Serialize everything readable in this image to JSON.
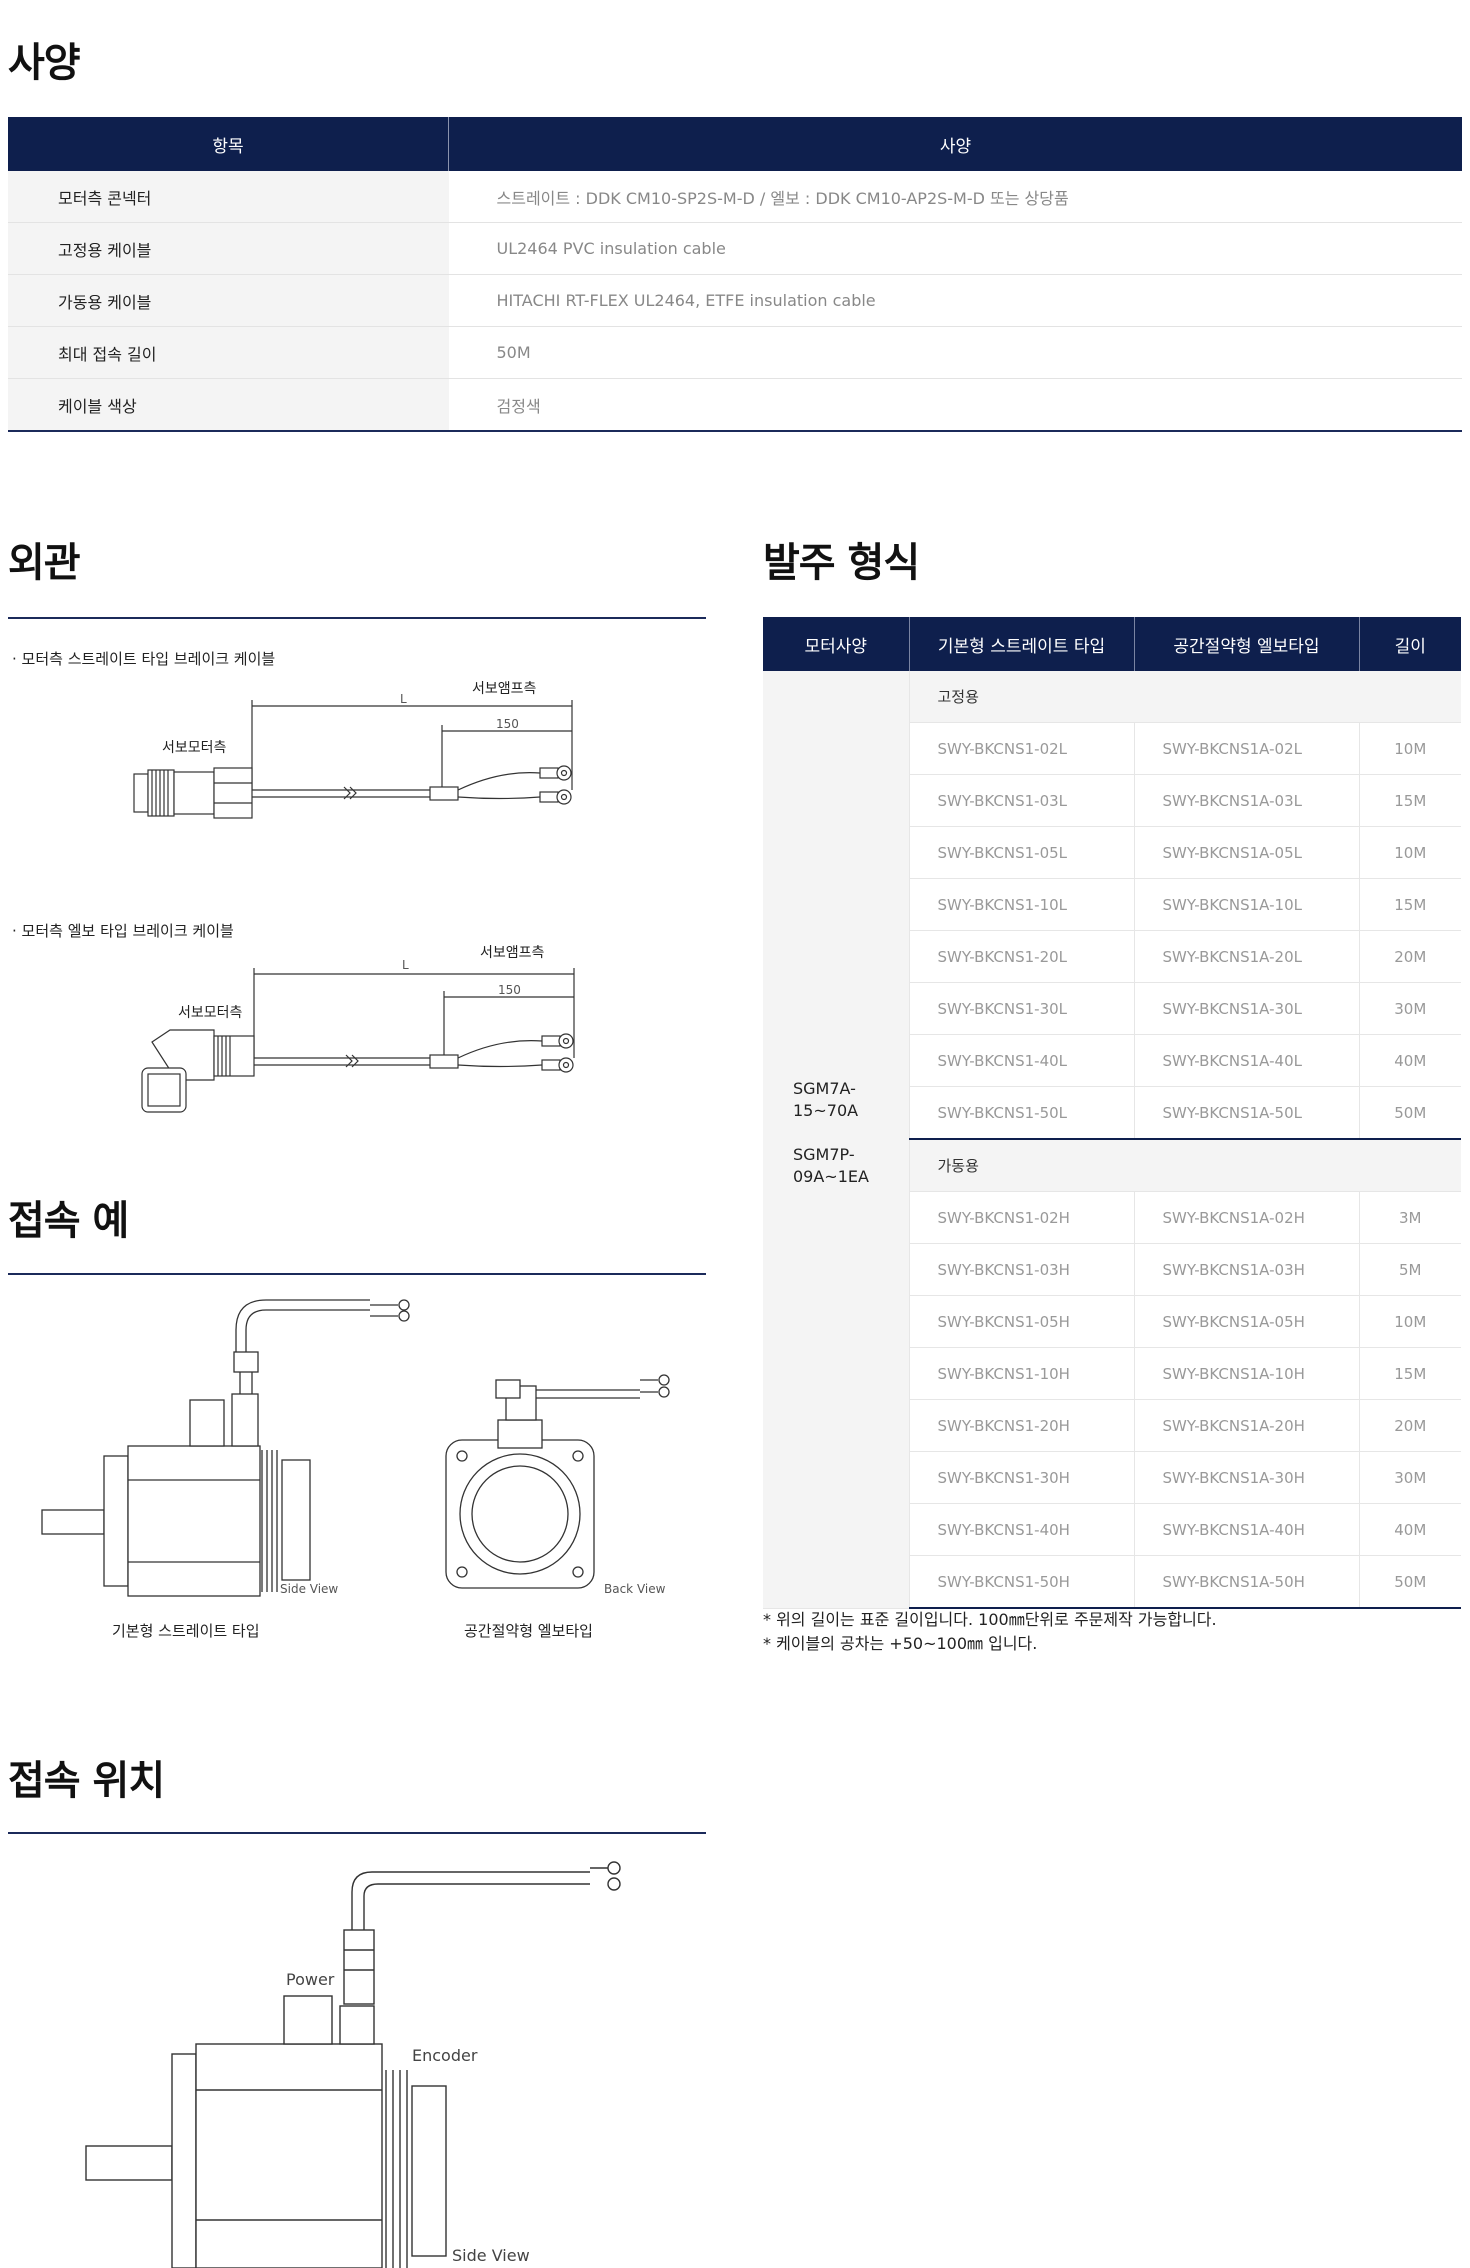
{
  "spec": {
    "title": "사양",
    "headers": [
      "항목",
      "사양"
    ],
    "rows": [
      {
        "key": "모터측 콘넥터",
        "value": "스트레이트 : DDK CM10-SP2S-M-D / 엘보 : DDK CM10-AP2S-M-D 또는 상당품"
      },
      {
        "key": "고정용 케이블",
        "value": "UL2464 PVC insulation cable"
      },
      {
        "key": "가동용 케이블",
        "value": "HITACHI RT-FLEX UL2464, ETFE insulation cable"
      },
      {
        "key": "최대 접속 길이",
        "value": "50M"
      },
      {
        "key": "케이블 색상",
        "value": "검정색"
      }
    ]
  },
  "appearance": {
    "title": "외관",
    "straight": {
      "caption": "· 모터측 스트레이트 타입 브레이크 케이블",
      "amp_label": "서보앰프측",
      "motor_label": "서보모터측",
      "dim_L": "L",
      "dim_150": "150"
    },
    "elbow": {
      "caption": "· 모터측 엘보 타입 브레이크 케이블",
      "amp_label": "서보앰프측",
      "motor_label": "서보모터측",
      "dim_L": "L",
      "dim_150": "150"
    }
  },
  "connection_example": {
    "title": "접속 예",
    "left": {
      "view": "Side View",
      "caption": "기본형 스트레이트 타입"
    },
    "right": {
      "view": "Back View",
      "caption": "공간절약형 엘보타입"
    }
  },
  "connection_position": {
    "title": "접속 위치",
    "power": "Power",
    "encoder": "Encoder",
    "view": "Side View"
  },
  "order": {
    "title": "발주 형식",
    "headers": [
      "모터사양",
      "기본형 스트레이트 타입",
      "공간절약형 엘보타입",
      "길이"
    ],
    "motor_line1": "SGM7A-",
    "motor_line2": "15~70A",
    "motor_line3": "SGM7P-",
    "motor_line4": "09A~1EA",
    "groups": [
      {
        "name": "고정용",
        "rows": [
          [
            "SWY-BKCNS1-02L",
            "SWY-BKCNS1A-02L",
            "10M"
          ],
          [
            "SWY-BKCNS1-03L",
            "SWY-BKCNS1A-03L",
            "15M"
          ],
          [
            "SWY-BKCNS1-05L",
            "SWY-BKCNS1A-05L",
            "10M"
          ],
          [
            "SWY-BKCNS1-10L",
            "SWY-BKCNS1A-10L",
            "15M"
          ],
          [
            "SWY-BKCNS1-20L",
            "SWY-BKCNS1A-20L",
            "20M"
          ],
          [
            "SWY-BKCNS1-30L",
            "SWY-BKCNS1A-30L",
            "30M"
          ],
          [
            "SWY-BKCNS1-40L",
            "SWY-BKCNS1A-40L",
            "40M"
          ],
          [
            "SWY-BKCNS1-50L",
            "SWY-BKCNS1A-50L",
            "50M"
          ]
        ]
      },
      {
        "name": "가동용",
        "rows": [
          [
            "SWY-BKCNS1-02H",
            "SWY-BKCNS1A-02H",
            "3M"
          ],
          [
            "SWY-BKCNS1-03H",
            "SWY-BKCNS1A-03H",
            "5M"
          ],
          [
            "SWY-BKCNS1-05H",
            "SWY-BKCNS1A-05H",
            "10M"
          ],
          [
            "SWY-BKCNS1-10H",
            "SWY-BKCNS1A-10H",
            "15M"
          ],
          [
            "SWY-BKCNS1-20H",
            "SWY-BKCNS1A-20H",
            "20M"
          ],
          [
            "SWY-BKCNS1-30H",
            "SWY-BKCNS1A-30H",
            "30M"
          ],
          [
            "SWY-BKCNS1-40H",
            "SWY-BKCNS1A-40H",
            "40M"
          ],
          [
            "SWY-BKCNS1-50H",
            "SWY-BKCNS1A-50H",
            "50M"
          ]
        ]
      }
    ],
    "notes": [
      "* 위의 길이는 표준 길이입니다. 100㎜단위로 주문제작 가능합니다.",
      "* 케이블의 공차는 +50~100㎜ 입니다."
    ]
  }
}
